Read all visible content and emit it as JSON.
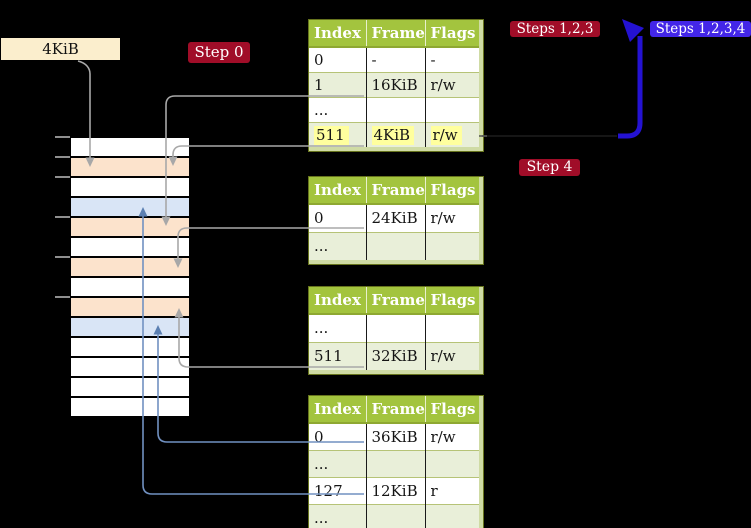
{
  "labels": {
    "page_size": "4KiB",
    "step_0": "Step 0",
    "steps_123": "Steps 1,2,3",
    "steps_1234": "Steps 1,2,3,4",
    "step_4": "Step 4"
  },
  "colors": {
    "background": "#000000",
    "badge_red": "#a00d28",
    "badge_blue": "#4326e8",
    "thick_arrow_blue": "#2412d2",
    "connector_gray": "#a8a8a8",
    "connector_blue": "#7191c1",
    "table_header_green": "#a3c43e",
    "table_shaded_row": "#e9efd9",
    "memory_page_peach": "#fce3cc",
    "memory_page_blue": "#d9e5f6",
    "page_size_label_cream": "#fbeecd",
    "highlight_yellow": "#ffff9e"
  },
  "memory": {
    "rows": [
      "white",
      "peach",
      "white",
      "blue",
      "peach",
      "white",
      "peach",
      "white",
      "peach",
      "blue",
      "white",
      "white",
      "white",
      "white"
    ]
  },
  "tables": [
    {
      "headers": [
        "Index",
        "Frame",
        "Flags"
      ],
      "rows": [
        {
          "cells": [
            "0",
            "-",
            "-"
          ]
        },
        {
          "cells": [
            "1",
            "16KiB",
            "r/w"
          ]
        },
        {
          "cells": [
            "...",
            "",
            ""
          ]
        },
        {
          "cells": [
            "511",
            "4KiB",
            "r/w"
          ]
        }
      ]
    },
    {
      "headers": [
        "Index",
        "Frame",
        "Flags"
      ],
      "rows": [
        {
          "cells": [
            "0",
            "24KiB",
            "r/w"
          ]
        },
        {
          "cells": [
            "...",
            "",
            ""
          ]
        }
      ]
    },
    {
      "headers": [
        "Index",
        "Frame",
        "Flags"
      ],
      "rows": [
        {
          "cells": [
            "...",
            "",
            ""
          ]
        },
        {
          "cells": [
            "511",
            "32KiB",
            "r/w"
          ]
        }
      ]
    },
    {
      "headers": [
        "Index",
        "Frame",
        "Flags"
      ],
      "rows": [
        {
          "cells": [
            "0",
            "36KiB",
            "r/w"
          ]
        },
        {
          "cells": [
            "...",
            "",
            ""
          ]
        },
        {
          "cells": [
            "127",
            "12KiB",
            "r"
          ]
        },
        {
          "cells": [
            "...",
            "",
            ""
          ]
        }
      ]
    }
  ]
}
